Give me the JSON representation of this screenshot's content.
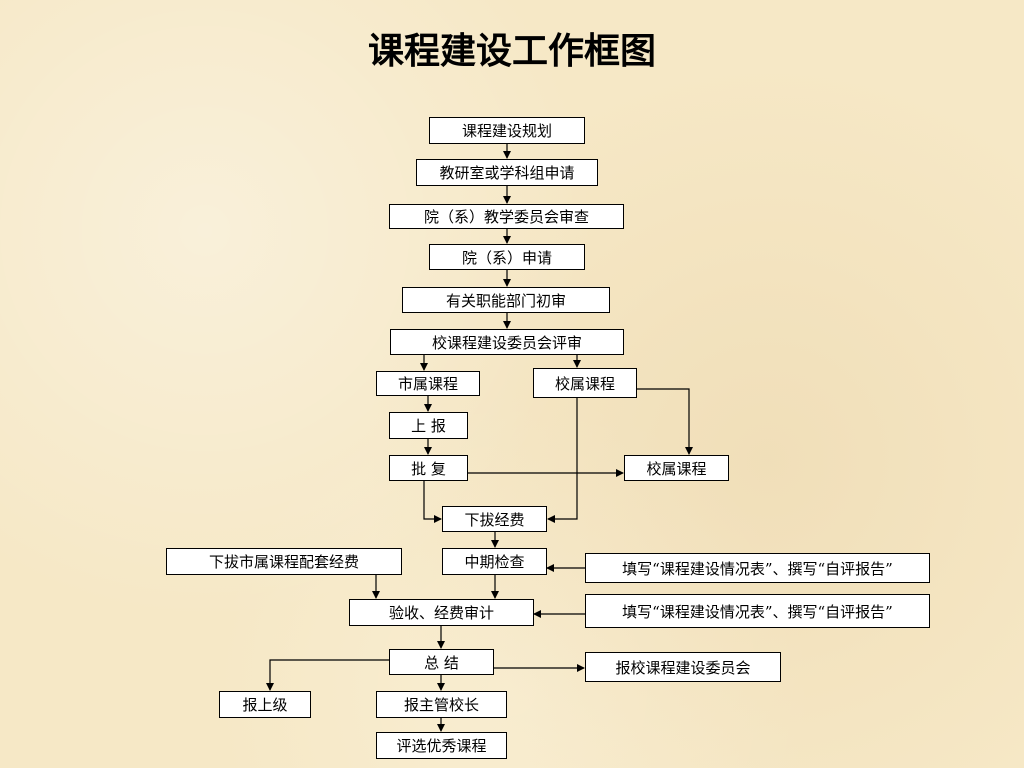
{
  "title": "课程建设工作框图",
  "nodes": {
    "plan": "课程建设规划",
    "dept_apply": "教研室或学科组申请",
    "college_committee": "院（系）教学委员会审查",
    "college_apply": "院（系）申请",
    "dept_initial_review": "有关职能部门初审",
    "school_committee_review": "校课程建设委员会评审",
    "municipal_course": "市属课程",
    "school_course": "校属课程",
    "report_up": "上 报",
    "approval": "批 复",
    "school_course_2": "校属课程",
    "allocate_funds": "下拔经费",
    "municipal_matching_funds": "下拔市属课程配套经费",
    "midterm_check": "中期检查",
    "fill_report_1": "填写“课程建设情况表”、撰写“自评报告”",
    "acceptance_audit": "验收、经费审计",
    "fill_report_2": "填写“课程建设情况表”、撰写“自评报告”",
    "summary": "总 结",
    "report_school_committee": "报校课程建设委员会",
    "report_superior": "报上级",
    "report_principal": "报主管校长",
    "select_excellent": "评选优秀课程"
  }
}
